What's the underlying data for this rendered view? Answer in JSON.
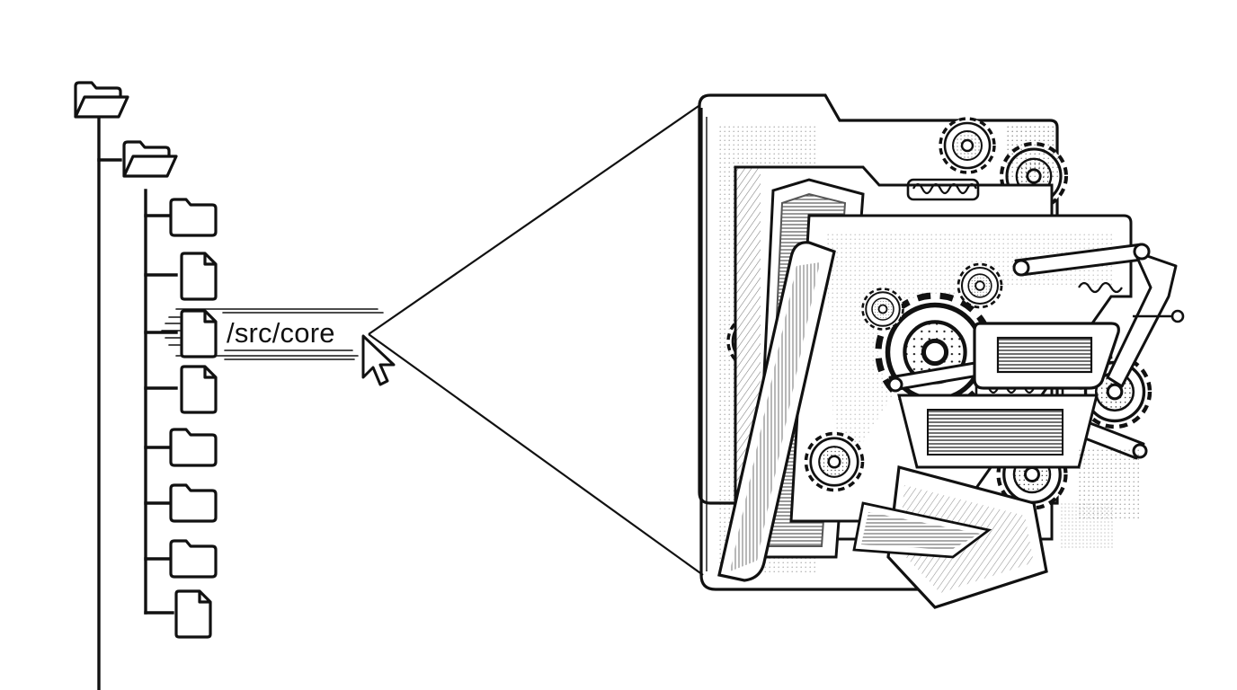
{
  "tree": {
    "root": {
      "kind": "folder",
      "state": "open"
    },
    "child": {
      "kind": "folder",
      "state": "open"
    },
    "items": [
      {
        "kind": "folder"
      },
      {
        "kind": "file"
      },
      {
        "kind": "file",
        "highlighted": true
      },
      {
        "kind": "file"
      },
      {
        "kind": "folder"
      },
      {
        "kind": "folder"
      },
      {
        "kind": "folder"
      },
      {
        "kind": "file"
      }
    ],
    "selected_path": "/src/core"
  },
  "cursor": {
    "icon": "mouse-pointer-arrow-icon"
  },
  "illustration": {
    "icon": "folder-full-of-gears-machinery-icon",
    "style": "black ink engraving, stippled shading"
  },
  "colors": {
    "ink": "#111111",
    "background": "#ffffff"
  }
}
